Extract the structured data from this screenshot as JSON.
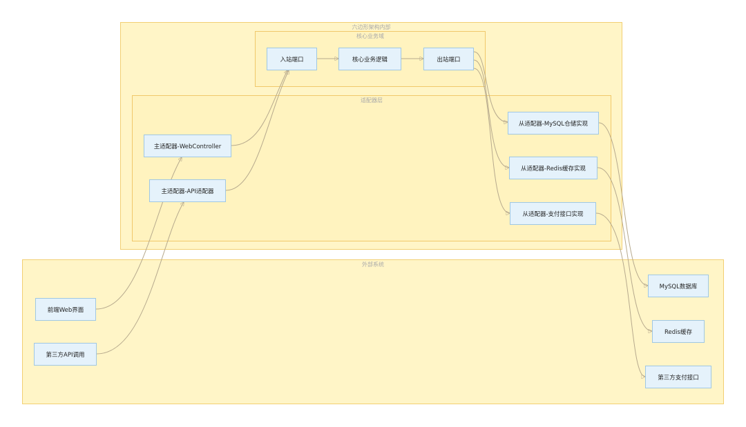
{
  "clusters": {
    "hexagon": "六边形架构内部",
    "core": "核心业务域",
    "adapters": "适配器层",
    "external": "外部系统"
  },
  "nodes": {
    "inbound_port": "入站端口",
    "core_logic": "核心业务逻辑",
    "outbound_port": "出站端口",
    "primary_web": "主适配器-WebController",
    "primary_api": "主适配器-API适配器",
    "secondary_mysql": "从适配器-MySQL仓储实现",
    "secondary_redis": "从适配器-Redis缓存实现",
    "secondary_payment": "从适配器-支付接口实现",
    "frontend": "前端Web界面",
    "third_party_api": "第三方API调用",
    "mysql_db": "MySQL数据库",
    "redis_cache": "Redis缓存",
    "payment_api": "第三方支付接口"
  },
  "colors": {
    "cluster_fill": "#fff5c7",
    "cluster_border": "#f2cf72",
    "node_fill": "#e5f2fb",
    "node_border": "#9fc7e3",
    "edge": "#b6a98d"
  }
}
